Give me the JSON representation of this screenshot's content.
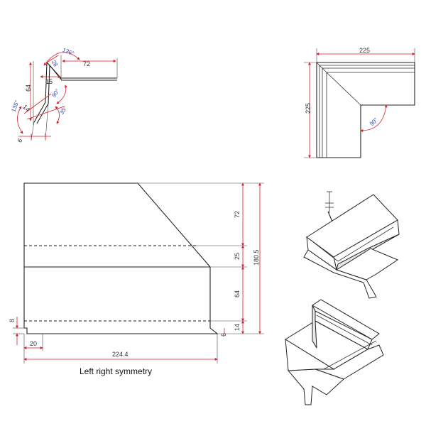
{
  "profile_section": {
    "labels": {
      "angle_126": "126°",
      "len_28": "28",
      "len_72": "72",
      "len_64": "64",
      "len_15": "15",
      "angle_135": "135°",
      "len_14": "14",
      "angle_90": "90°",
      "angle_35": "35°",
      "len_6": "6"
    }
  },
  "top_view": {
    "labels": {
      "width_225": "225",
      "height_225": "225",
      "angle_90": "90°"
    }
  },
  "flat_pattern": {
    "labels": {
      "seg_72": "72",
      "seg_25": "25",
      "seg_64": "64",
      "seg_14": "14",
      "total_180_5": "180.5",
      "flange_8": "8",
      "flange_6": "6",
      "tab_20": "20",
      "width_224_4": "224.4"
    },
    "caption": "Left right symmetry"
  },
  "colors": {
    "dimension_line": "#d81e2a",
    "part_line": "#222222",
    "label_text": "#333333"
  }
}
